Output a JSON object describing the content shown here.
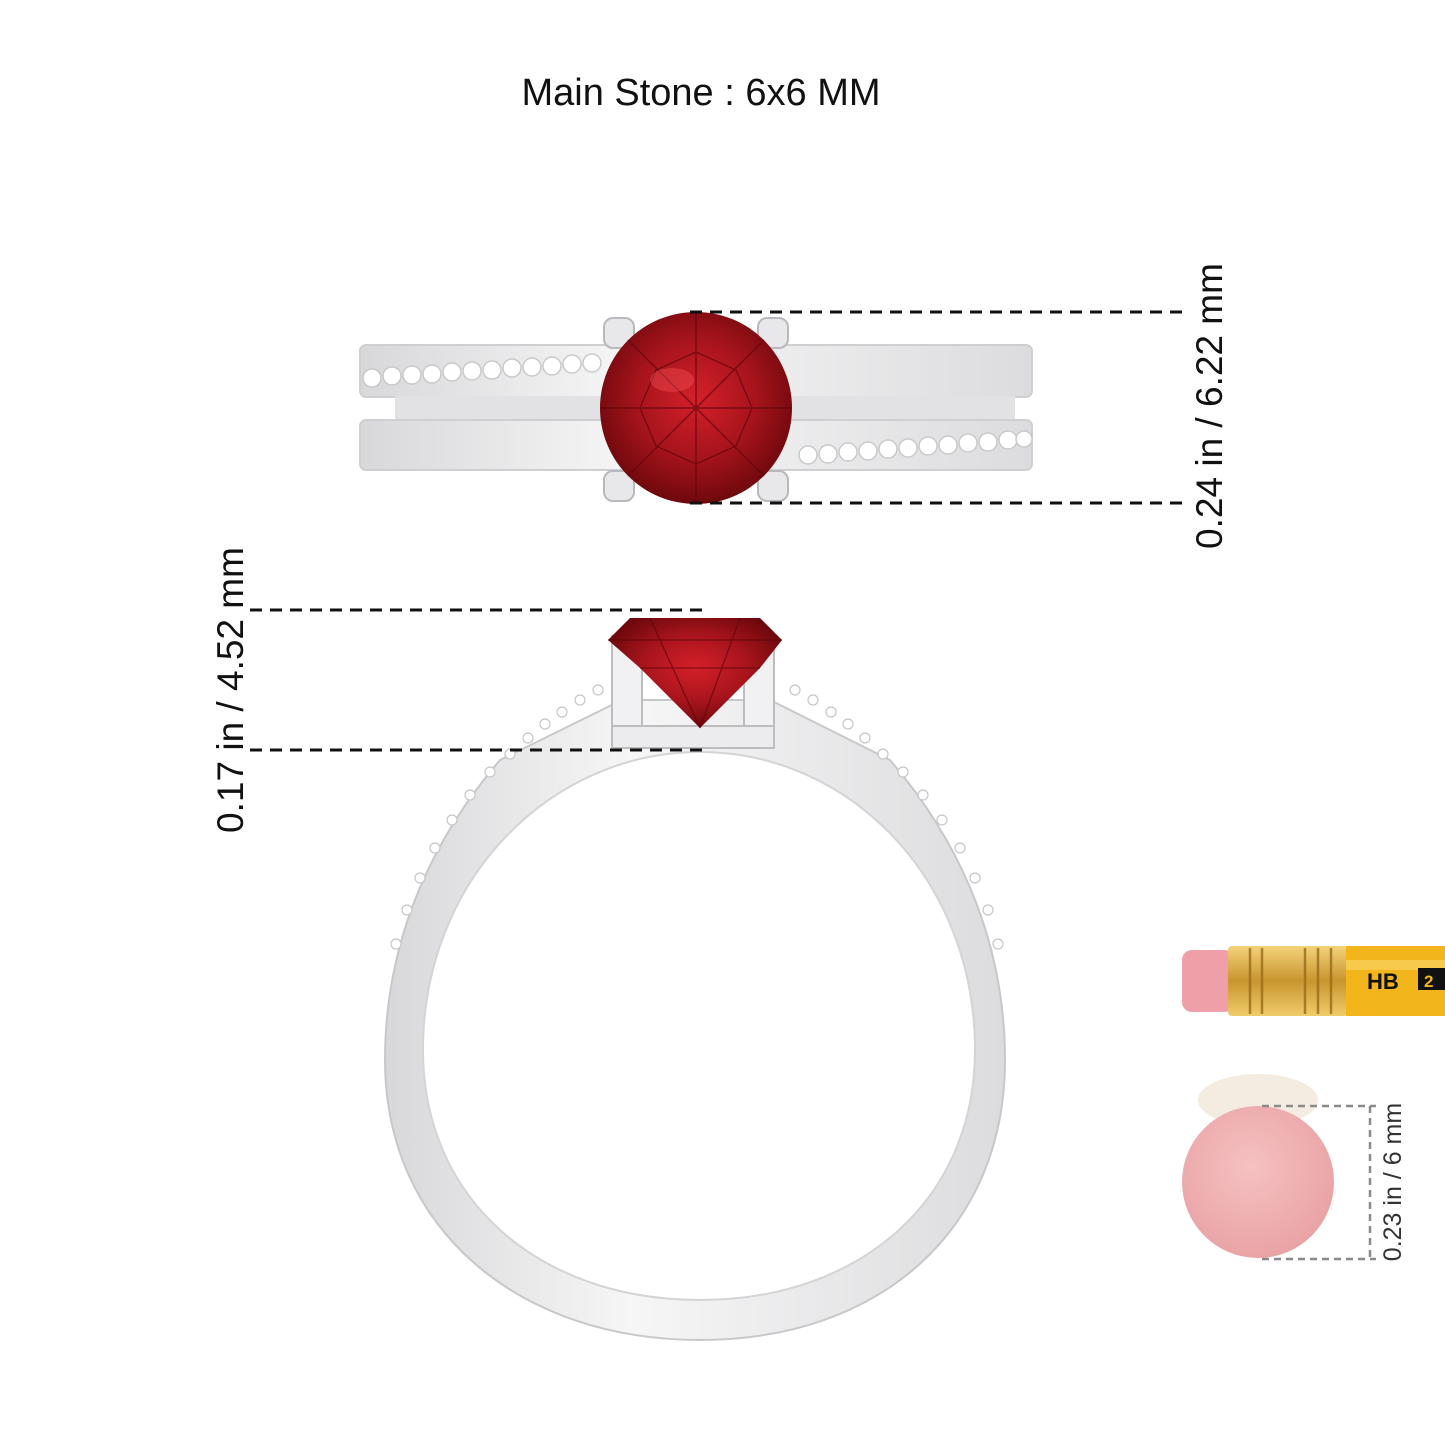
{
  "title": "Main Stone : 6x6 MM",
  "dimensions": {
    "top_view": "0.24 in / 6.22 mm",
    "side_view": "0.17 in / 4.52 mm",
    "eraser": "0.23 in / 6 mm"
  },
  "pencil": {
    "grade": "HB",
    "number": "2"
  },
  "colors": {
    "stone": "#a8141c",
    "metal": "#eeeeef",
    "eraser": "#f2b3b3",
    "pencil_body": "#f2b51c",
    "ferrule": "#d9a93e"
  },
  "icons": {
    "ring_top": "ring-top-view-icon",
    "ring_side": "ring-side-view-icon",
    "pencil": "pencil-icon",
    "eraser": "eraser-icon"
  }
}
